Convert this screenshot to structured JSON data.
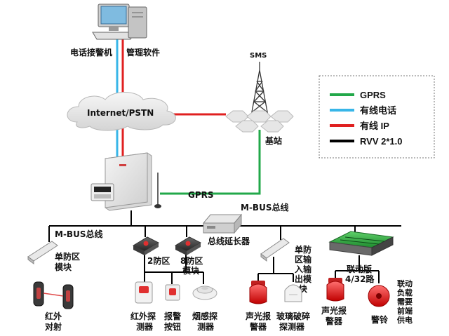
{
  "labels": {
    "phone_receiver": "电话接警机",
    "management_software": "管理软件",
    "internet": "Internet/PSTN",
    "sms": "SMS",
    "base_station": "基站",
    "gprs_link": "GPRS",
    "mbus_main": "M-BUS总线",
    "mbus_left": "M-BUS总线",
    "bus_extender": "总线延长器",
    "single_zone_module": [
      "单防区",
      "模块"
    ],
    "zone2": "2防区",
    "zone8": [
      "8防区",
      "模块"
    ],
    "single_zone_io_module": [
      "单防",
      "区输",
      "入输",
      "出模",
      "块"
    ],
    "linkage_board": [
      "联动版",
      "4/32路"
    ],
    "ir_beam": [
      "红外",
      "对射"
    ],
    "ir_detector": [
      "红外探",
      "测器"
    ],
    "alarm_button": [
      "报警",
      "按钮"
    ],
    "smoke_detector": [
      "烟感探",
      "测器"
    ],
    "sound_light_alarm_1": [
      "声光报",
      "警器"
    ],
    "glass_break_detector": [
      "玻璃破碎",
      "探测器"
    ],
    "sound_light_alarm_2": [
      "声光报",
      "警器"
    ],
    "bell": "警铃",
    "linkage_note": [
      "联动",
      "负载",
      "需要",
      "前端",
      "供电"
    ]
  },
  "legend": [
    {
      "label": "GPRS",
      "color": "#22a84a"
    },
    {
      "label": "有线电话",
      "color": "#38b6e8"
    },
    {
      "label": "有线 IP",
      "color": "#e02020"
    },
    {
      "label": "RVV 2*1.0",
      "color": "#000000"
    }
  ],
  "colors": {
    "gprs": "#22a84a",
    "phone": "#38b6e8",
    "ip": "#e02020",
    "bus": "#000000"
  }
}
